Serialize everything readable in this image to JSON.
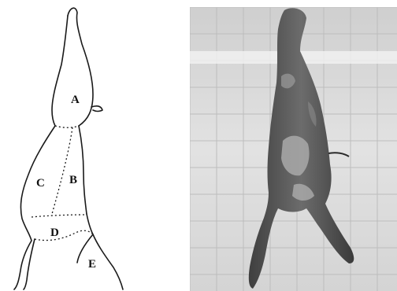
{
  "diagram": {
    "labels": {
      "a": "A",
      "b": "B",
      "c": "C",
      "d": "D",
      "e": "E"
    }
  },
  "photo": {
    "subject": "hanging-carcass",
    "colors": {
      "tile": "#d9d9d9",
      "carcass": "#5a5a5a",
      "fat": "#b8b8b8"
    }
  }
}
